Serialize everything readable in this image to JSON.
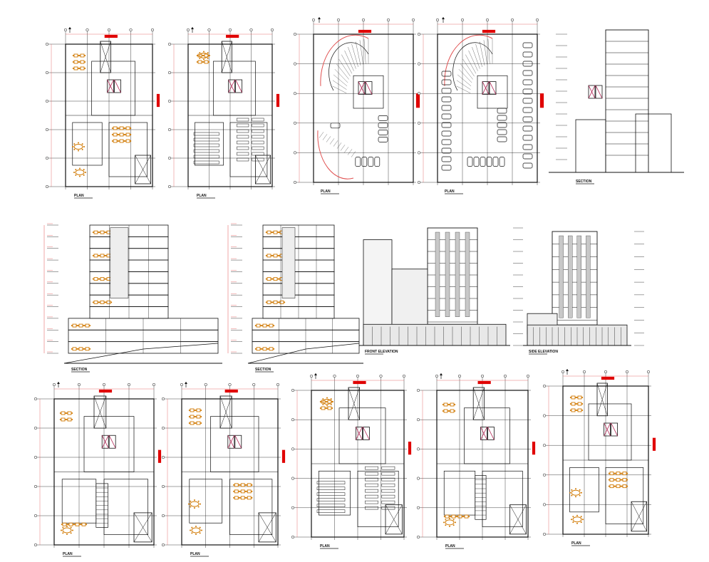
{
  "sheet": {
    "colors": {
      "line": "#111111",
      "dimension": "#e05050",
      "tag": "#e00000",
      "furniture": "#d07800",
      "elevator": "#b02050",
      "glazing": "#c8c8c8",
      "background": "#ffffff"
    },
    "labels": {
      "plan_1": "PLAN",
      "plan_2": "PLAN",
      "plan_3": "PLAN",
      "plan_4": "PLAN",
      "section_1": "SECTION",
      "section_2": "SECTION",
      "section_3": "SECTION",
      "elevation_1": "FRONT ELEVATION",
      "elevation_2": "SIDE ELEVATION",
      "plan_5": "PLAN",
      "plan_6": "PLAN",
      "plan_7": "PLAN",
      "plan_8": "PLAN",
      "plan_9": "PLAN"
    },
    "icons": [
      "north-arrow-icon",
      "elevator-icon",
      "stair-icon",
      "car-icon",
      "table-icon",
      "level-marker-icon"
    ]
  }
}
